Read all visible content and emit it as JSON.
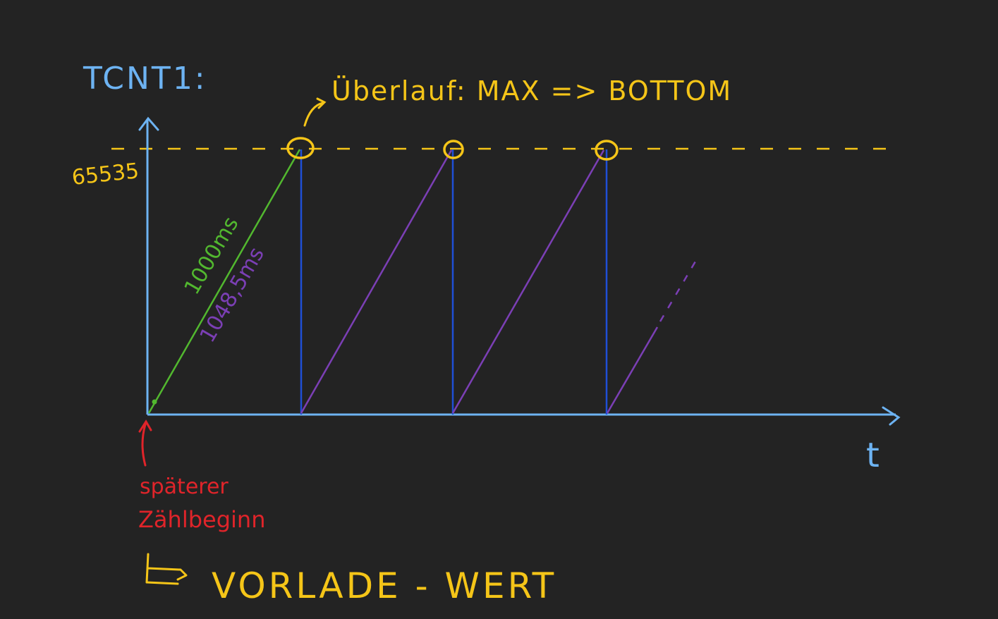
{
  "labels": {
    "y_axis_title": "TCNT1:",
    "y_max_value": "65535",
    "overflow_note": "Überlauf: MAX => BOTTOM",
    "x_axis_label": "t",
    "green_duration": "1000ms",
    "purple_duration": "1048,5ms",
    "start_note_line1": "späterer",
    "start_note_line2": "Zählbeginn",
    "preload_note": "VORLADE - WERT"
  },
  "colors": {
    "background": "#232323",
    "axis": "#6db3f2",
    "max_line": "#f5c518",
    "overflow_circle": "#f5c518",
    "ramp_first": "#52b82f",
    "ramp": "#7b3fb5",
    "reset_line": "#1f4fd6",
    "start_arrow": "#e0242a",
    "preload_text": "#f5c518"
  },
  "icons": {
    "y_axis_arrow": "arrow-up-icon",
    "x_axis_arrow": "arrow-right-icon",
    "overflow_pointer": "curved-arrow-icon",
    "start_pointer": "arrow-up-icon",
    "preload_bullet": "return-arrow-icon"
  }
}
